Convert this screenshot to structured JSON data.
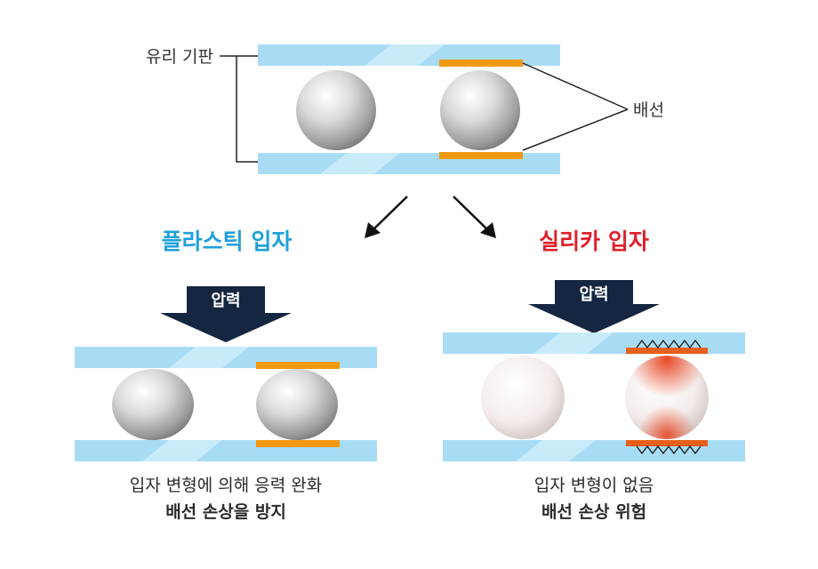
{
  "top": {
    "glass_label": "유리 기판",
    "wiring_label": "배선"
  },
  "plastic": {
    "title": "플라스틱 입자",
    "pressure_label": "압력",
    "caption_line1": "입자 변형에 의해 응력 완화",
    "caption_line2": "배선 손상을 방지"
  },
  "silica": {
    "title": "실리카 입자",
    "pressure_label": "압력",
    "caption_line1": "입자 변형이 없음",
    "caption_line2": "배선 손상 위험"
  },
  "colors": {
    "glass": "#a8dcf5",
    "glass_stripe": "#c8ebfa",
    "wiring": "#f29a10",
    "damaged_wiring": "#e8601c",
    "arrow_navy": "#142640",
    "plastic_accent": "#1ea0dc",
    "silica_accent": "#e0202a"
  }
}
